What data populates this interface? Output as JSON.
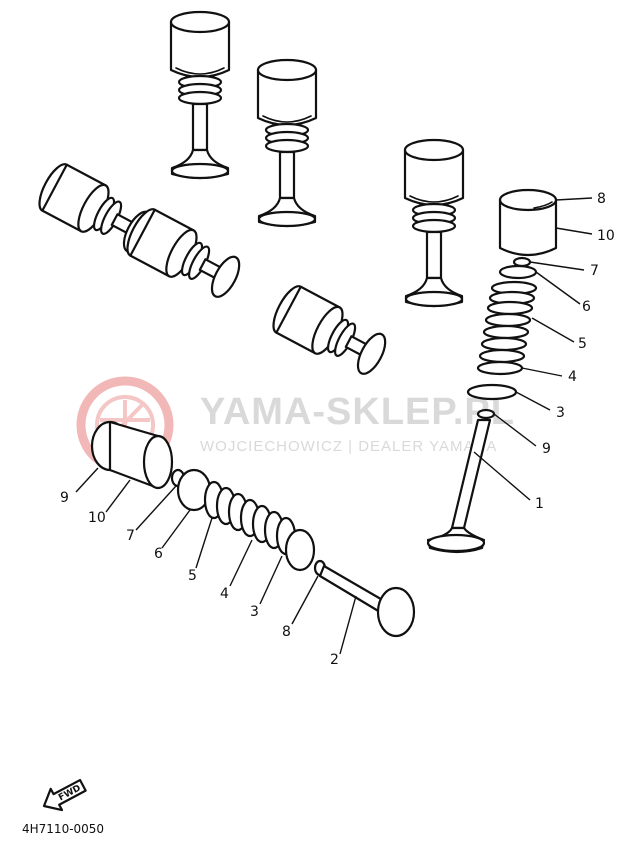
{
  "watermark": {
    "brand": "YAMA-SKLEP.PL",
    "tagline": "WOJCIECHOWICZ | DEALER YAMAHA",
    "logo_icon": "yamaha-tuning-fork-logo",
    "logo_color": "#f2b8b8",
    "text_color": "#d9d9d9"
  },
  "callouts": {
    "exhaust": [
      "1",
      "3",
      "4",
      "5",
      "6",
      "7",
      "8",
      "9",
      "10"
    ],
    "intake": [
      "2",
      "3",
      "4",
      "5",
      "6",
      "7",
      "8",
      "9",
      "10"
    ]
  },
  "forward_arrow": {
    "label": "FWD",
    "icon": "forward-arrow-icon"
  },
  "drawing_number": "4H7110-0050",
  "line_color": "#111111"
}
